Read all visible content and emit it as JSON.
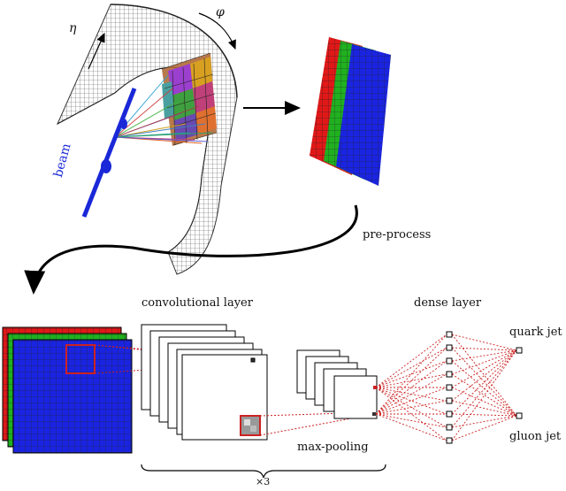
{
  "labels": {
    "eta": "η",
    "phi": "φ",
    "beam": "beam",
    "pre_process": "pre-process",
    "convolutional_layer": "convolutional layer",
    "dense_layer": "dense layer",
    "max_pooling": "max-pooling",
    "quark_jet": "quark jet",
    "gluon_jet": "gluon jet",
    "repeat": "×3"
  },
  "colors": {
    "red_channel": "#e01818",
    "green_channel": "#20b020",
    "blue_channel": "#1a24e0",
    "connection": "#cc2222",
    "beam": "#1a28d8",
    "mesh": "#444444"
  }
}
